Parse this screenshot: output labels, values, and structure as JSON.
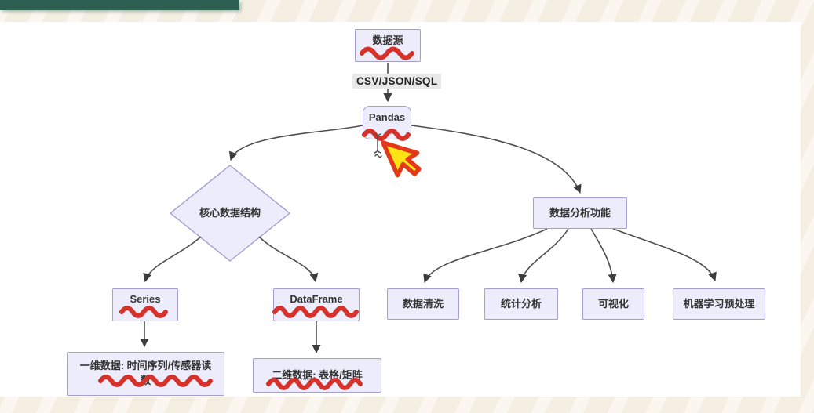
{
  "theme": {
    "page_bg": "#f7efe2",
    "canvas_bg": "#ffffff",
    "header_bar": "#2d5f51",
    "node_fill": "#ececfb",
    "node_border": "#a49ed1",
    "edge_color": "#4f4f4f",
    "squiggle_color": "#d7312b",
    "cursor_fill": "#ffe414",
    "cursor_border": "#e2391b",
    "edge_label_bg": "#e9e9e9",
    "text_color": "#333333"
  },
  "diagram": {
    "edge_label": "CSV/JSON/SQL",
    "nodes": {
      "datasource": {
        "label": "数据源"
      },
      "pandas": {
        "label": "Pandas"
      },
      "core_structure": {
        "label": "核心数据结构"
      },
      "analysis": {
        "label": "数据分析功能"
      },
      "series": {
        "label": "Series"
      },
      "dataframe": {
        "label": "DataFrame"
      },
      "cleaning": {
        "label": "数据清洗"
      },
      "statistics": {
        "label": "统计分析"
      },
      "visualization": {
        "label": "可视化"
      },
      "ml_preprocess": {
        "label": "机器学习预处理"
      },
      "one_d": {
        "label": "一维数据: 时间序列/传感器读数"
      },
      "two_d": {
        "label": "二维数据: 表格/矩阵"
      }
    }
  }
}
